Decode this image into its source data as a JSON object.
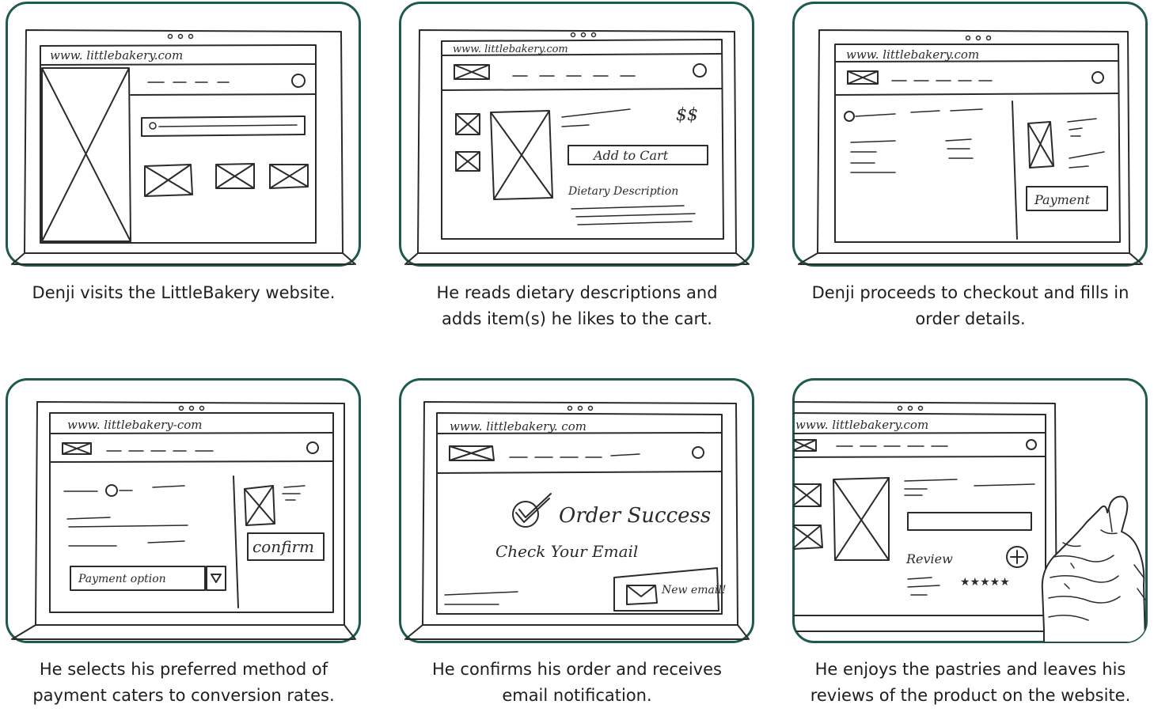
{
  "panels": [
    {
      "url": "www. littlebakery.com",
      "caption_lines": [
        "Denji visits the LittleBakery website."
      ]
    },
    {
      "url": "www. littlebakery.com",
      "price": "$$",
      "add_to_cart": "Add to Cart",
      "dietary_label": "Dietary Description",
      "caption_lines": [
        "He reads dietary descriptions and",
        "adds item(s) he likes to the cart."
      ]
    },
    {
      "url": "www. littlebakery.com",
      "payment_button": "Payment",
      "caption_lines": [
        "Denji proceeds to checkout and fills in",
        "order details."
      ]
    },
    {
      "url": "www. littlebakery-com",
      "payment_option": "Payment option",
      "confirm_button": "confirm",
      "caption_lines": [
        "He selects his preferred method of",
        "payment caters to conversion rates."
      ]
    },
    {
      "url": "www. littlebakery. com",
      "order_success": "Order Success",
      "check_email": "Check Your Email",
      "new_email": "New email!",
      "caption_lines": [
        "He confirms his order and receives",
        "email notification."
      ]
    },
    {
      "url": "www. littlebakery.com",
      "review_label": "Review",
      "stars": "★★★★★",
      "caption_lines": [
        "He enjoys the pastries and leaves his",
        "reviews of the product on the website."
      ]
    }
  ]
}
